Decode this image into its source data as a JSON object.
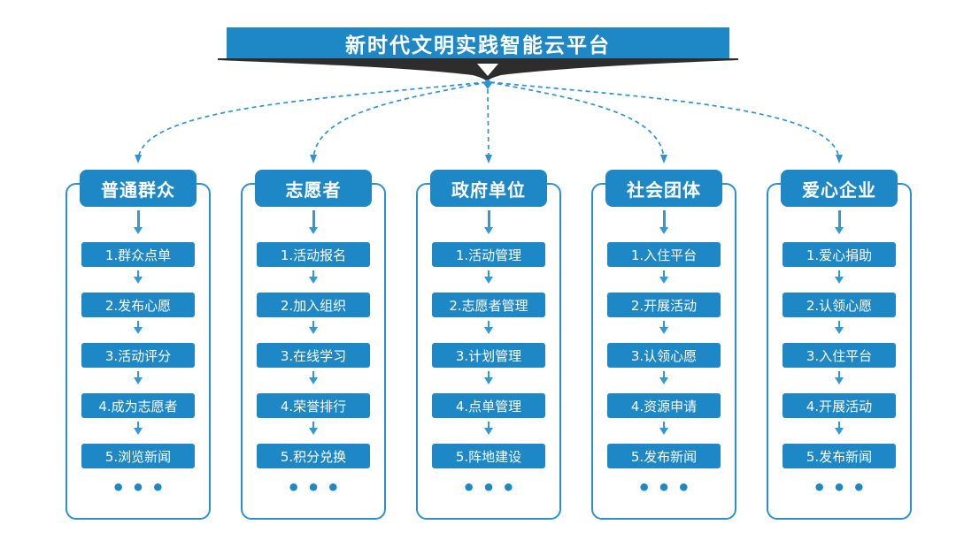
{
  "title": "新时代文明实践智能云平台",
  "ellipsis": "•••",
  "colors": {
    "primary_blue": "#1e87c5",
    "frame_border_blue": "#2e8fcd",
    "arrow_blue": "#2f9ad8",
    "connector_blue": "#2e93d4",
    "banner_dark": "#2d2d2d",
    "text_white": "#ffffff",
    "background": "#ffffff"
  },
  "columns": [
    {
      "title": "普通群众",
      "steps": [
        "1.群众点单",
        "2.发布心愿",
        "3.活动评分",
        "4.成为志愿者",
        "5.浏览新闻"
      ]
    },
    {
      "title": "志愿者",
      "steps": [
        "1.活动报名",
        "2.加入组织",
        "3.在线学习",
        "4.荣誉排行",
        "5.积分兑换"
      ]
    },
    {
      "title": "政府单位",
      "steps": [
        "1.活动管理",
        "2.志愿者管理",
        "3.计划管理",
        "4.点单管理",
        "5.阵地建设"
      ]
    },
    {
      "title": "社会团体",
      "steps": [
        "1.入住平台",
        "2.开展活动",
        "3.认领心愿",
        "4.资源申请",
        "5.发布新闻"
      ]
    },
    {
      "title": "爱心企业",
      "steps": [
        "1.爱心捐助",
        "2.认领心愿",
        "3.入住平台",
        "4.开展活动",
        "5.发布新闻"
      ]
    }
  ]
}
